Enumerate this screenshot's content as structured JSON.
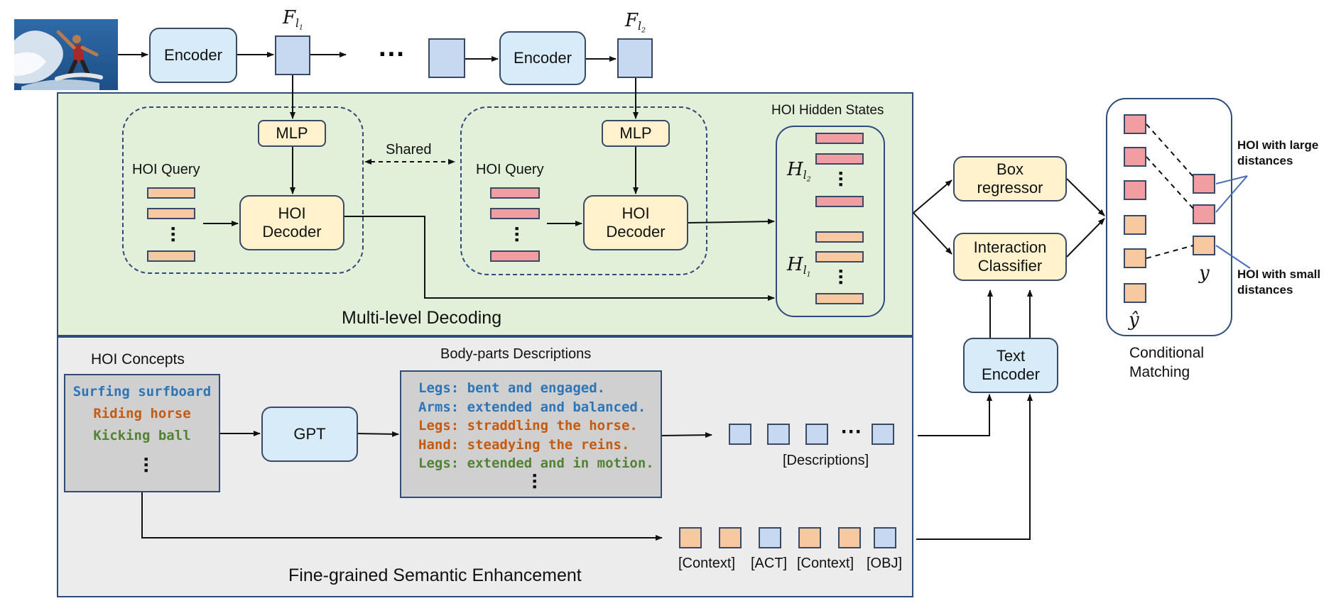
{
  "top": {
    "encoder_left": "Encoder",
    "encoder_right": "Encoder",
    "feature_left": {
      "main": "F",
      "sub": "l",
      "subsub": "1"
    },
    "feature_right": {
      "main": "F",
      "sub": "l",
      "subsub": "2"
    },
    "ellipsis": "···"
  },
  "decoding": {
    "title": "Multi-level Decoding",
    "mlp": "MLP",
    "shared": "Shared",
    "hoi_query": "HOI Query",
    "hoi_decoder_line1": "HOI",
    "hoi_decoder_line2": "Decoder",
    "hidden_states": "HOI Hidden States",
    "h_upper": {
      "main": "H",
      "sub": "l",
      "subsub": "2"
    },
    "h_lower": {
      "main": "H",
      "sub": "l",
      "subsub": "1"
    }
  },
  "heads": {
    "box_regressor_line1": "Box",
    "box_regressor_line2": "regressor",
    "interaction_line1": "Interaction",
    "interaction_line2": "Classifier",
    "text_encoder_line1": "Text",
    "text_encoder_line2": "Encoder"
  },
  "matching": {
    "title_line1": "Conditional",
    "title_line2": "Matching",
    "large_line1": "HOI with large",
    "large_line2": "distances",
    "small_line1": "HOI with small",
    "small_line2": "distances",
    "y": "y",
    "y_hat": "ŷ"
  },
  "semantic": {
    "title": "Fine-grained Semantic Enhancement",
    "concepts_title": "HOI Concepts",
    "concepts": [
      {
        "text": "Surfing surfboard",
        "color": "#2e75b6"
      },
      {
        "text": "Riding horse",
        "color": "#c55a11"
      },
      {
        "text": "Kicking ball",
        "color": "#548235"
      }
    ],
    "gpt": "GPT",
    "descriptions_title": "Body-parts Descriptions",
    "descriptions": [
      {
        "text": "Legs: bent and engaged.",
        "color": "#2e75b6"
      },
      {
        "text": "Arms: extended and balanced.",
        "color": "#2e75b6"
      },
      {
        "text": "Legs: straddling the horse.",
        "color": "#c55a11"
      },
      {
        "text": "Hand: steadying the reins.",
        "color": "#c55a11"
      },
      {
        "text": "Legs: extended and in motion.",
        "color": "#548235"
      }
    ],
    "descriptions_label": "[Descriptions]",
    "token_labels": [
      "[Context]",
      "[ACT]",
      "[Context]",
      "[OBJ]"
    ]
  },
  "colors": {
    "blue_token": "#c6d9f0",
    "pink_token": "#f19ea2",
    "peach_token": "#f8c9a0",
    "panel_green": "#e2efd9",
    "panel_gray": "#ececec"
  }
}
